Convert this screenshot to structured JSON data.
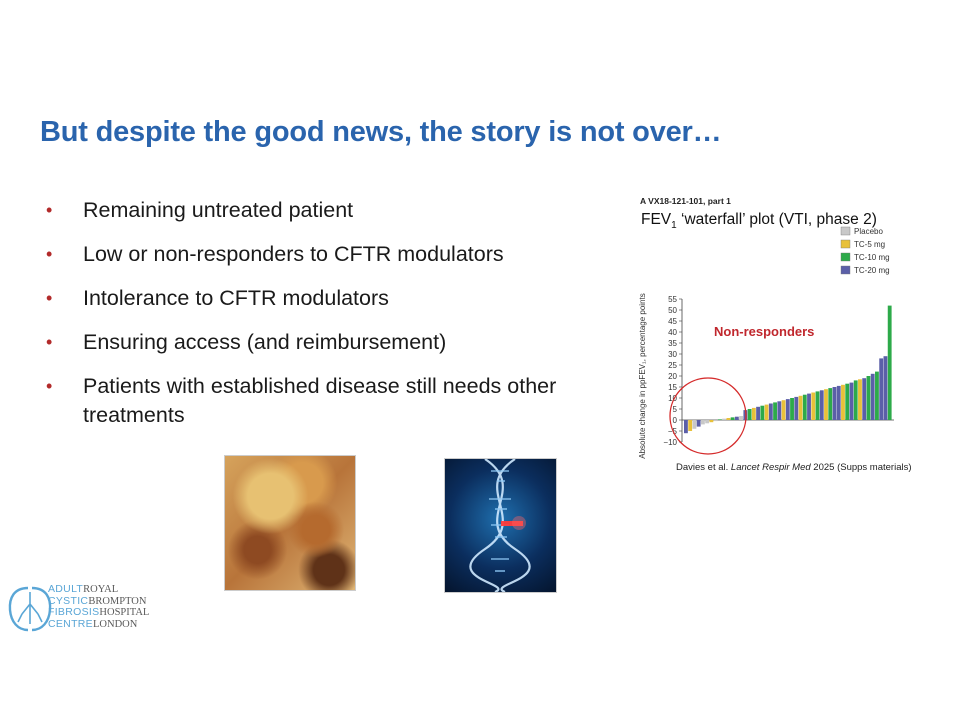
{
  "slide": {
    "title": "But despite the good news, the story is not over…",
    "bullets": [
      "Remaining untreated patient",
      "Low or non-responders to CFTR modulators",
      "Intolerance to CFTR modulators",
      "Ensuring access (and reimbursement)",
      "Patients with established disease still needs other treatments"
    ],
    "bullet_symbol": "•",
    "bullet_color": "#b22a2a",
    "title_color": "#2a64ad"
  },
  "figure": {
    "panel_label": "A  VX18-121-101, part 1",
    "caption_fev": "FEV",
    "caption_sub": "1",
    "caption_rest": " ‘waterfall’ plot (VTI, phase 2)",
    "annotation": "Non-responders",
    "citation_pre": "Davies et al. ",
    "citation_journal": "Lancet Respir Med",
    "citation_post": " 2025 (Supps materials)"
  },
  "logo": {
    "line1_a": "ADULT",
    "line1_b": "ROYAL",
    "line2_a": "CYSTIC",
    "line2_b": "BROMPTON",
    "line3_a": "FIBROSIS",
    "line3_b": "HOSPITAL",
    "line4_a": "CENTRE",
    "line4_b": "LONDON"
  },
  "chart_data": {
    "type": "bar",
    "title": "",
    "ylabel": "Absolute change in ppFEV₁, percentage points",
    "xlabel": "",
    "ylim": [
      -10,
      55
    ],
    "yticks": [
      55,
      50,
      45,
      40,
      35,
      30,
      25,
      20,
      15,
      10,
      5,
      0,
      -5,
      -10
    ],
    "legend_placement": "top-right",
    "series": [
      {
        "name": "Placebo",
        "color": "#c8c8c8"
      },
      {
        "name": "TC-5 mg",
        "color": "#e8c13a"
      },
      {
        "name": "TC-10 mg",
        "color": "#2daa4a"
      },
      {
        "name": "TC-20 mg",
        "color": "#5b5fa8"
      }
    ],
    "bars": [
      {
        "s": 3,
        "v": -6
      },
      {
        "s": 1,
        "v": -5
      },
      {
        "s": 0,
        "v": -4
      },
      {
        "s": 3,
        "v": -3
      },
      {
        "s": 0,
        "v": -2
      },
      {
        "s": 0,
        "v": -1.5
      },
      {
        "s": 1,
        "v": -1
      },
      {
        "s": 0,
        "v": -0.5
      },
      {
        "s": 2,
        "v": 0.3
      },
      {
        "s": 0,
        "v": 0.6
      },
      {
        "s": 1,
        "v": 0.9
      },
      {
        "s": 2,
        "v": 1.2
      },
      {
        "s": 3,
        "v": 1.5
      },
      {
        "s": 0,
        "v": 1.8
      },
      {
        "s": 3,
        "v": 4.5
      },
      {
        "s": 2,
        "v": 5
      },
      {
        "s": 1,
        "v": 5.5
      },
      {
        "s": 3,
        "v": 6
      },
      {
        "s": 2,
        "v": 6.5
      },
      {
        "s": 1,
        "v": 7
      },
      {
        "s": 3,
        "v": 7.5
      },
      {
        "s": 2,
        "v": 8
      },
      {
        "s": 3,
        "v": 8.5
      },
      {
        "s": 1,
        "v": 9
      },
      {
        "s": 3,
        "v": 9.5
      },
      {
        "s": 2,
        "v": 10
      },
      {
        "s": 3,
        "v": 10.5
      },
      {
        "s": 1,
        "v": 11
      },
      {
        "s": 2,
        "v": 11.5
      },
      {
        "s": 3,
        "v": 12
      },
      {
        "s": 1,
        "v": 12.5
      },
      {
        "s": 2,
        "v": 13
      },
      {
        "s": 3,
        "v": 13.5
      },
      {
        "s": 1,
        "v": 14
      },
      {
        "s": 2,
        "v": 14.5
      },
      {
        "s": 3,
        "v": 15
      },
      {
        "s": 3,
        "v": 15.5
      },
      {
        "s": 1,
        "v": 16
      },
      {
        "s": 2,
        "v": 16.5
      },
      {
        "s": 3,
        "v": 17
      },
      {
        "s": 2,
        "v": 18
      },
      {
        "s": 1,
        "v": 18.5
      },
      {
        "s": 3,
        "v": 19
      },
      {
        "s": 2,
        "v": 20
      },
      {
        "s": 3,
        "v": 21
      },
      {
        "s": 2,
        "v": 22
      },
      {
        "s": 3,
        "v": 28
      },
      {
        "s": 3,
        "v": 29
      },
      {
        "s": 2,
        "v": 52
      }
    ]
  }
}
